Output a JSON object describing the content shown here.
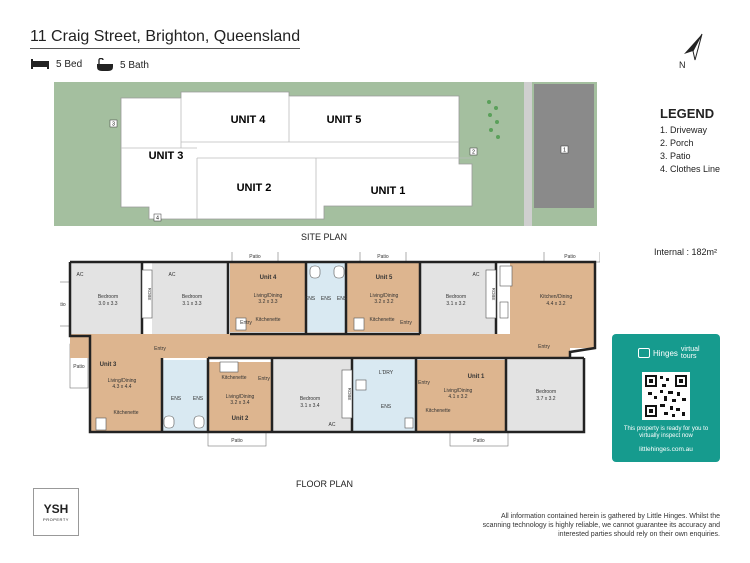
{
  "header": {
    "address": "11 Craig Street, Brighton, Queensland",
    "beds": "5 Bed",
    "baths": "5 Bath"
  },
  "north_label": "N",
  "legend": {
    "title": "LEGEND",
    "items": [
      "1. Driveway",
      "2. Porch",
      "3. Patio",
      "4. Clothes Line"
    ]
  },
  "site_plan": {
    "caption": "SITE PLAN",
    "units": [
      "UNIT 4",
      "UNIT 5",
      "UNIT 3",
      "UNIT 2",
      "UNIT 1"
    ],
    "markers": [
      "1",
      "2",
      "3",
      "4"
    ]
  },
  "internal_area": "Internal : 182m²",
  "floor_plan": {
    "caption": "FLOOR PLAN",
    "patio": "Patio",
    "rooms": {
      "bedroom": "Bedroom",
      "robe": "ROBE",
      "ac": "AC",
      "entry": "Entry",
      "ens": "ENS",
      "living": "Living/Dining",
      "kitchenette": "Kitchenette",
      "kitchen_dining": "Kitchen/Dining",
      "ldry": "L'DRY",
      "unit1": "Unit 1",
      "unit2": "Unit 2",
      "unit3": "Unit 3",
      "unit4": "Unit 4",
      "unit5": "Unit 5",
      "d_bed_a": "3.0 x 3.3",
      "d_bed_b": "3.1 x 3.3",
      "d_u4": "3.2 x 3.3",
      "d_u5": "3.2 x 3.2",
      "d_bed_c": "3.1 x 3.2",
      "d_kd": "4.4 x 3.2",
      "d_u3": "4.3 x 4.4",
      "d_u2": "3.2 x 3.4",
      "d_bed_d": "3.1 x 3.4",
      "d_u1": "4.1 x 3.2",
      "d_bed_e": "3.7 x 3.2"
    }
  },
  "virtual_tours": {
    "brand": "Hinges",
    "label": "virtual tours",
    "text": "This property is ready for you to virtually inspect now",
    "url": "littlehinges.com.au"
  },
  "agency_logo": {
    "main": "YSH",
    "sub": "PROPERTY"
  },
  "disclaimer": "All information contained herein is gathered by Little Hinges. Whilst the scanning technology is highly reliable, we cannot guarantee its accuracy and interested parties should rely on their own enquiries."
}
